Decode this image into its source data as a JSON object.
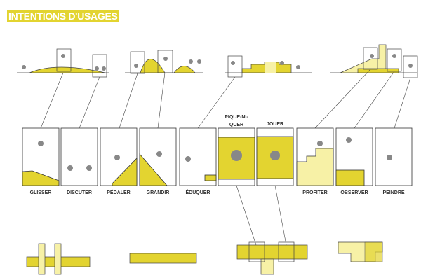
{
  "title": "INTENTIONS D'USAGES",
  "panels": [
    {
      "label": "GLISSER"
    },
    {
      "label": "DISCUTER"
    },
    {
      "label": "PÉDALER"
    },
    {
      "label": "GRANDIR"
    },
    {
      "label": "ÉDUQUER"
    },
    {
      "label": "PIQUE-NI-QUER"
    },
    {
      "label": "JOUER"
    },
    {
      "label": "PROFITER"
    },
    {
      "label": "OBSERVER"
    },
    {
      "label": "PEINDRE"
    }
  ],
  "colors": {
    "accent": "#e3d430",
    "light": "#f7f1a6",
    "figure": "#888888"
  }
}
